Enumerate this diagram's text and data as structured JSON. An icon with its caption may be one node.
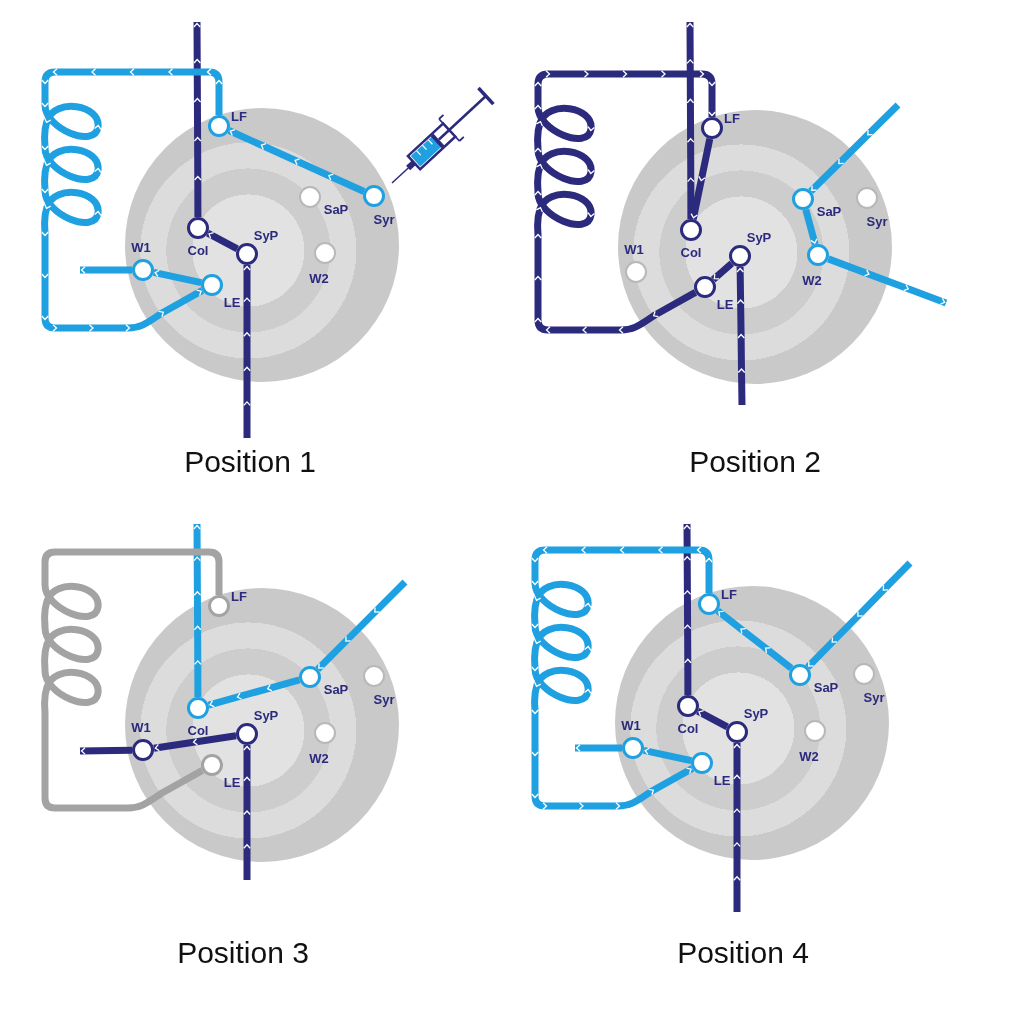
{
  "diagram": {
    "nodes": [
      {
        "text": [],
        "shape": "circle",
        "beside": [
          "Position 1"
        ]
      },
      {
        "text": [],
        "shape": "circle",
        "beside": [
          "LF"
        ],
        "in": 0
      },
      {
        "text": [],
        "shape": "circle",
        "beside": [
          "SaP"
        ],
        "in": 0
      },
      {
        "text": [],
        "shape": "circle",
        "beside": [
          "Syr"
        ],
        "in": 0
      },
      {
        "text": [],
        "shape": "circle",
        "beside": [
          "Col"
        ],
        "in": 0
      },
      {
        "text": [],
        "shape": "circle",
        "beside": [
          "SyP"
        ],
        "in": 0
      },
      {
        "text": [],
        "shape": "circle",
        "beside": [
          "W1"
        ],
        "in": 0
      },
      {
        "text": [],
        "shape": "circle",
        "beside": [
          "W2"
        ],
        "in": 0
      },
      {
        "text": [],
        "shape": "circle",
        "beside": [
          "LE"
        ],
        "in": 0
      },
      {
        "text": [],
        "shape": "circle",
        "beside": [
          "Position 2"
        ]
      },
      {
        "text": [],
        "shape": "circle",
        "beside": [
          "LF"
        ],
        "in": 9
      },
      {
        "text": [],
        "shape": "circle",
        "beside": [
          "SaP"
        ],
        "in": 9
      },
      {
        "text": [],
        "shape": "circle",
        "beside": [
          "Syr"
        ],
        "in": 9
      },
      {
        "text": [],
        "shape": "circle",
        "beside": [
          "Col"
        ],
        "in": 9
      },
      {
        "text": [],
        "shape": "circle",
        "beside": [
          "SyP"
        ],
        "in": 9
      },
      {
        "text": [],
        "shape": "circle",
        "beside": [
          "W1"
        ],
        "in": 9
      },
      {
        "text": [],
        "shape": "circle",
        "beside": [
          "W2"
        ],
        "in": 9
      },
      {
        "text": [],
        "shape": "circle",
        "beside": [
          "LE"
        ],
        "in": 9
      },
      {
        "text": [],
        "shape": "circle",
        "beside": [
          "Position 3"
        ]
      },
      {
        "text": [],
        "shape": "circle",
        "beside": [
          "LF"
        ],
        "in": 18
      },
      {
        "text": [],
        "shape": "circle",
        "beside": [
          "SaP"
        ],
        "in": 18
      },
      {
        "text": [],
        "shape": "circle",
        "beside": [
          "Syr"
        ],
        "in": 18
      },
      {
        "text": [],
        "shape": "circle",
        "beside": [
          "Col"
        ],
        "in": 18
      },
      {
        "text": [],
        "shape": "circle",
        "beside": [
          "SyP"
        ],
        "in": 18
      },
      {
        "text": [],
        "shape": "circle",
        "beside": [
          "W1"
        ],
        "in": 18
      },
      {
        "text": [],
        "shape": "circle",
        "beside": [
          "W2"
        ],
        "in": 18
      },
      {
        "text": [],
        "shape": "circle",
        "beside": [
          "LE"
        ],
        "in": 18
      },
      {
        "text": [],
        "shape": "circle",
        "beside": [
          "Position 4"
        ]
      },
      {
        "text": [],
        "shape": "circle",
        "beside": [
          "LF"
        ],
        "in": 27
      },
      {
        "text": [],
        "shape": "circle",
        "beside": [
          "SaP"
        ],
        "in": 27
      },
      {
        "text": [],
        "shape": "circle",
        "beside": [
          "Syr"
        ],
        "in": 27
      },
      {
        "text": [],
        "shape": "circle",
        "beside": [
          "Col"
        ],
        "in": 27
      },
      {
        "text": [],
        "shape": "circle",
        "beside": [
          "SyP"
        ],
        "in": 27
      },
      {
        "text": [],
        "shape": "circle",
        "beside": [
          "W1"
        ],
        "in": 27
      },
      {
        "text": [],
        "shape": "circle",
        "beside": [
          "W2"
        ],
        "in": 27
      },
      {
        "text": [],
        "shape": "circle",
        "beside": [
          "LE"
        ],
        "in": 27
      }
    ],
    "edges": [
      {
        "from": 4,
        "to": null,
        "arrow": "to",
        "color": "#2b2a7d"
      },
      {
        "from": 5,
        "to": 4,
        "arrow": "to",
        "color": "#2b2a7d"
      },
      {
        "from": null,
        "to": 5,
        "arrow": "to",
        "color": "#2b2a7d"
      },
      {
        "from": 3,
        "to": 1,
        "arrow": "to"
      },
      {
        "from": 1,
        "to": 8,
        "arrow": "to"
      },
      {
        "from": 8,
        "to": 6,
        "arrow": "to"
      },
      {
        "from": 6,
        "to": null,
        "arrow": "to"
      },
      {
        "from": 13,
        "to": null,
        "arrow": "to",
        "color": "#2b2a7d"
      },
      {
        "from": null,
        "to": 14,
        "arrow": "to",
        "color": "#2b2a7d"
      },
      {
        "from": 14,
        "to": 17,
        "arrow": "to",
        "color": "#2b2a7d"
      },
      {
        "from": 17,
        "to": 10,
        "arrow": "to",
        "color": "#2b2a7d"
      },
      {
        "from": 10,
        "to": 13,
        "arrow": "to",
        "color": "#2b2a7d"
      },
      {
        "from": null,
        "to": 11,
        "arrow": "to"
      },
      {
        "from": 11,
        "to": 16,
        "arrow": "to"
      },
      {
        "from": 16,
        "to": null,
        "arrow": "to"
      },
      {
        "from": 22,
        "to": null,
        "arrow": "to"
      },
      {
        "from": 20,
        "to": 22,
        "arrow": "to"
      },
      {
        "from": null,
        "to": 20,
        "arrow": "to"
      },
      {
        "from": 23,
        "to": 24,
        "arrow": "to",
        "color": "#2b2a7d"
      },
      {
        "from": 24,
        "to": null,
        "arrow": "to",
        "color": "#2b2a7d"
      },
      {
        "from": null,
        "to": 23,
        "arrow": "to",
        "color": "#2b2a7d"
      },
      {
        "from": 19,
        "to": 26,
        "arrow": "none",
        "color": "#a3a3a3"
      },
      {
        "from": 31,
        "to": null,
        "arrow": "to",
        "color": "#2b2a7d"
      },
      {
        "from": 32,
        "to": 31,
        "arrow": "to",
        "color": "#2b2a7d"
      },
      {
        "from": null,
        "to": 32,
        "arrow": "to",
        "color": "#2b2a7d"
      },
      {
        "from": null,
        "to": 29,
        "arrow": "to"
      },
      {
        "from": 29,
        "to": 28,
        "arrow": "to"
      },
      {
        "from": 28,
        "to": 35,
        "arrow": "to"
      },
      {
        "from": 35,
        "to": 33,
        "arrow": "to"
      },
      {
        "from": 33,
        "to": null,
        "arrow": "to"
      }
    ]
  }
}
